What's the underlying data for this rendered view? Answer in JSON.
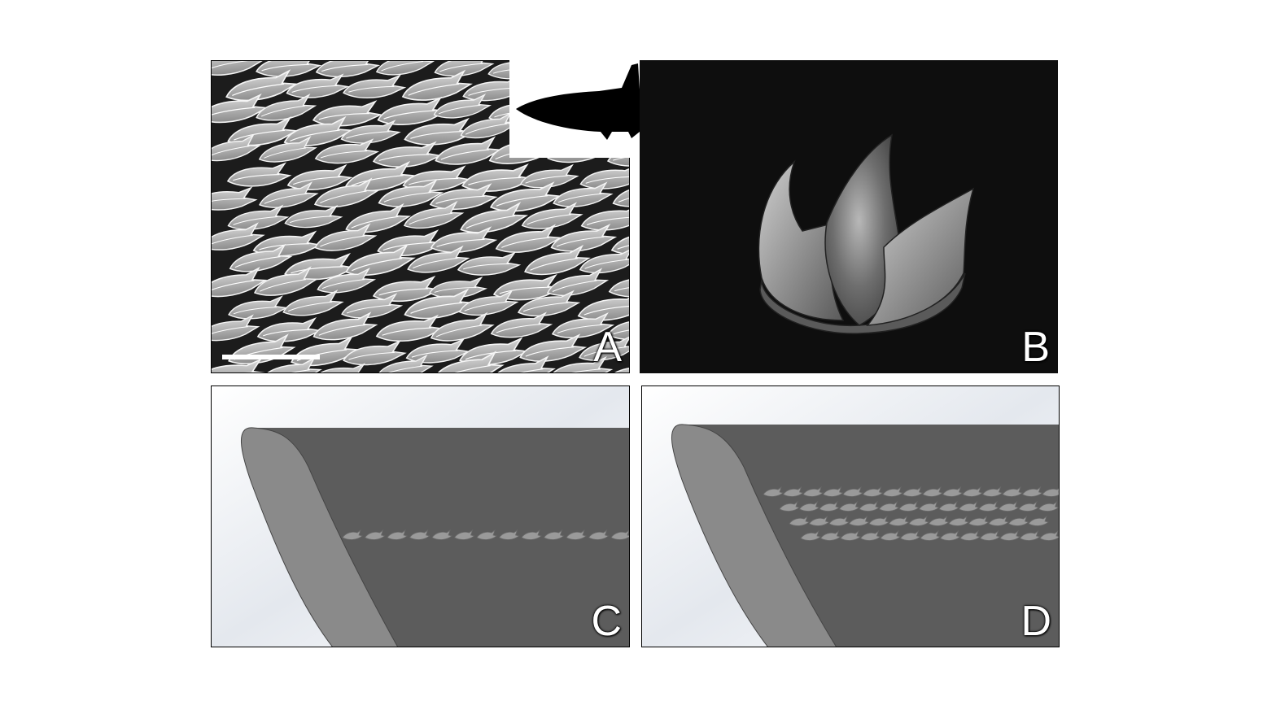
{
  "figure": {
    "panels": [
      {
        "id": "A",
        "label": "A",
        "content": "micrograph-of-shark-skin-denticles",
        "scale_bar": true
      },
      {
        "id": "B",
        "label": "B",
        "content": "3d-model-single-denticle"
      },
      {
        "id": "C",
        "label": "C",
        "content": "foil-with-single-row-of-denticles",
        "denticle_rows": 1
      },
      {
        "id": "D",
        "label": "D",
        "content": "foil-with-multiple-rows-of-denticles",
        "denticle_rows": 4
      }
    ],
    "inset_icon": "shark-silhouette-icon",
    "colors": {
      "micrograph_bg": "#1a1a1a",
      "render_bg": "#0d0d0d",
      "foil_top": "#5c5c5c",
      "foil_edge": "#8a8a8a",
      "denticle": "#9a9a9a"
    }
  }
}
